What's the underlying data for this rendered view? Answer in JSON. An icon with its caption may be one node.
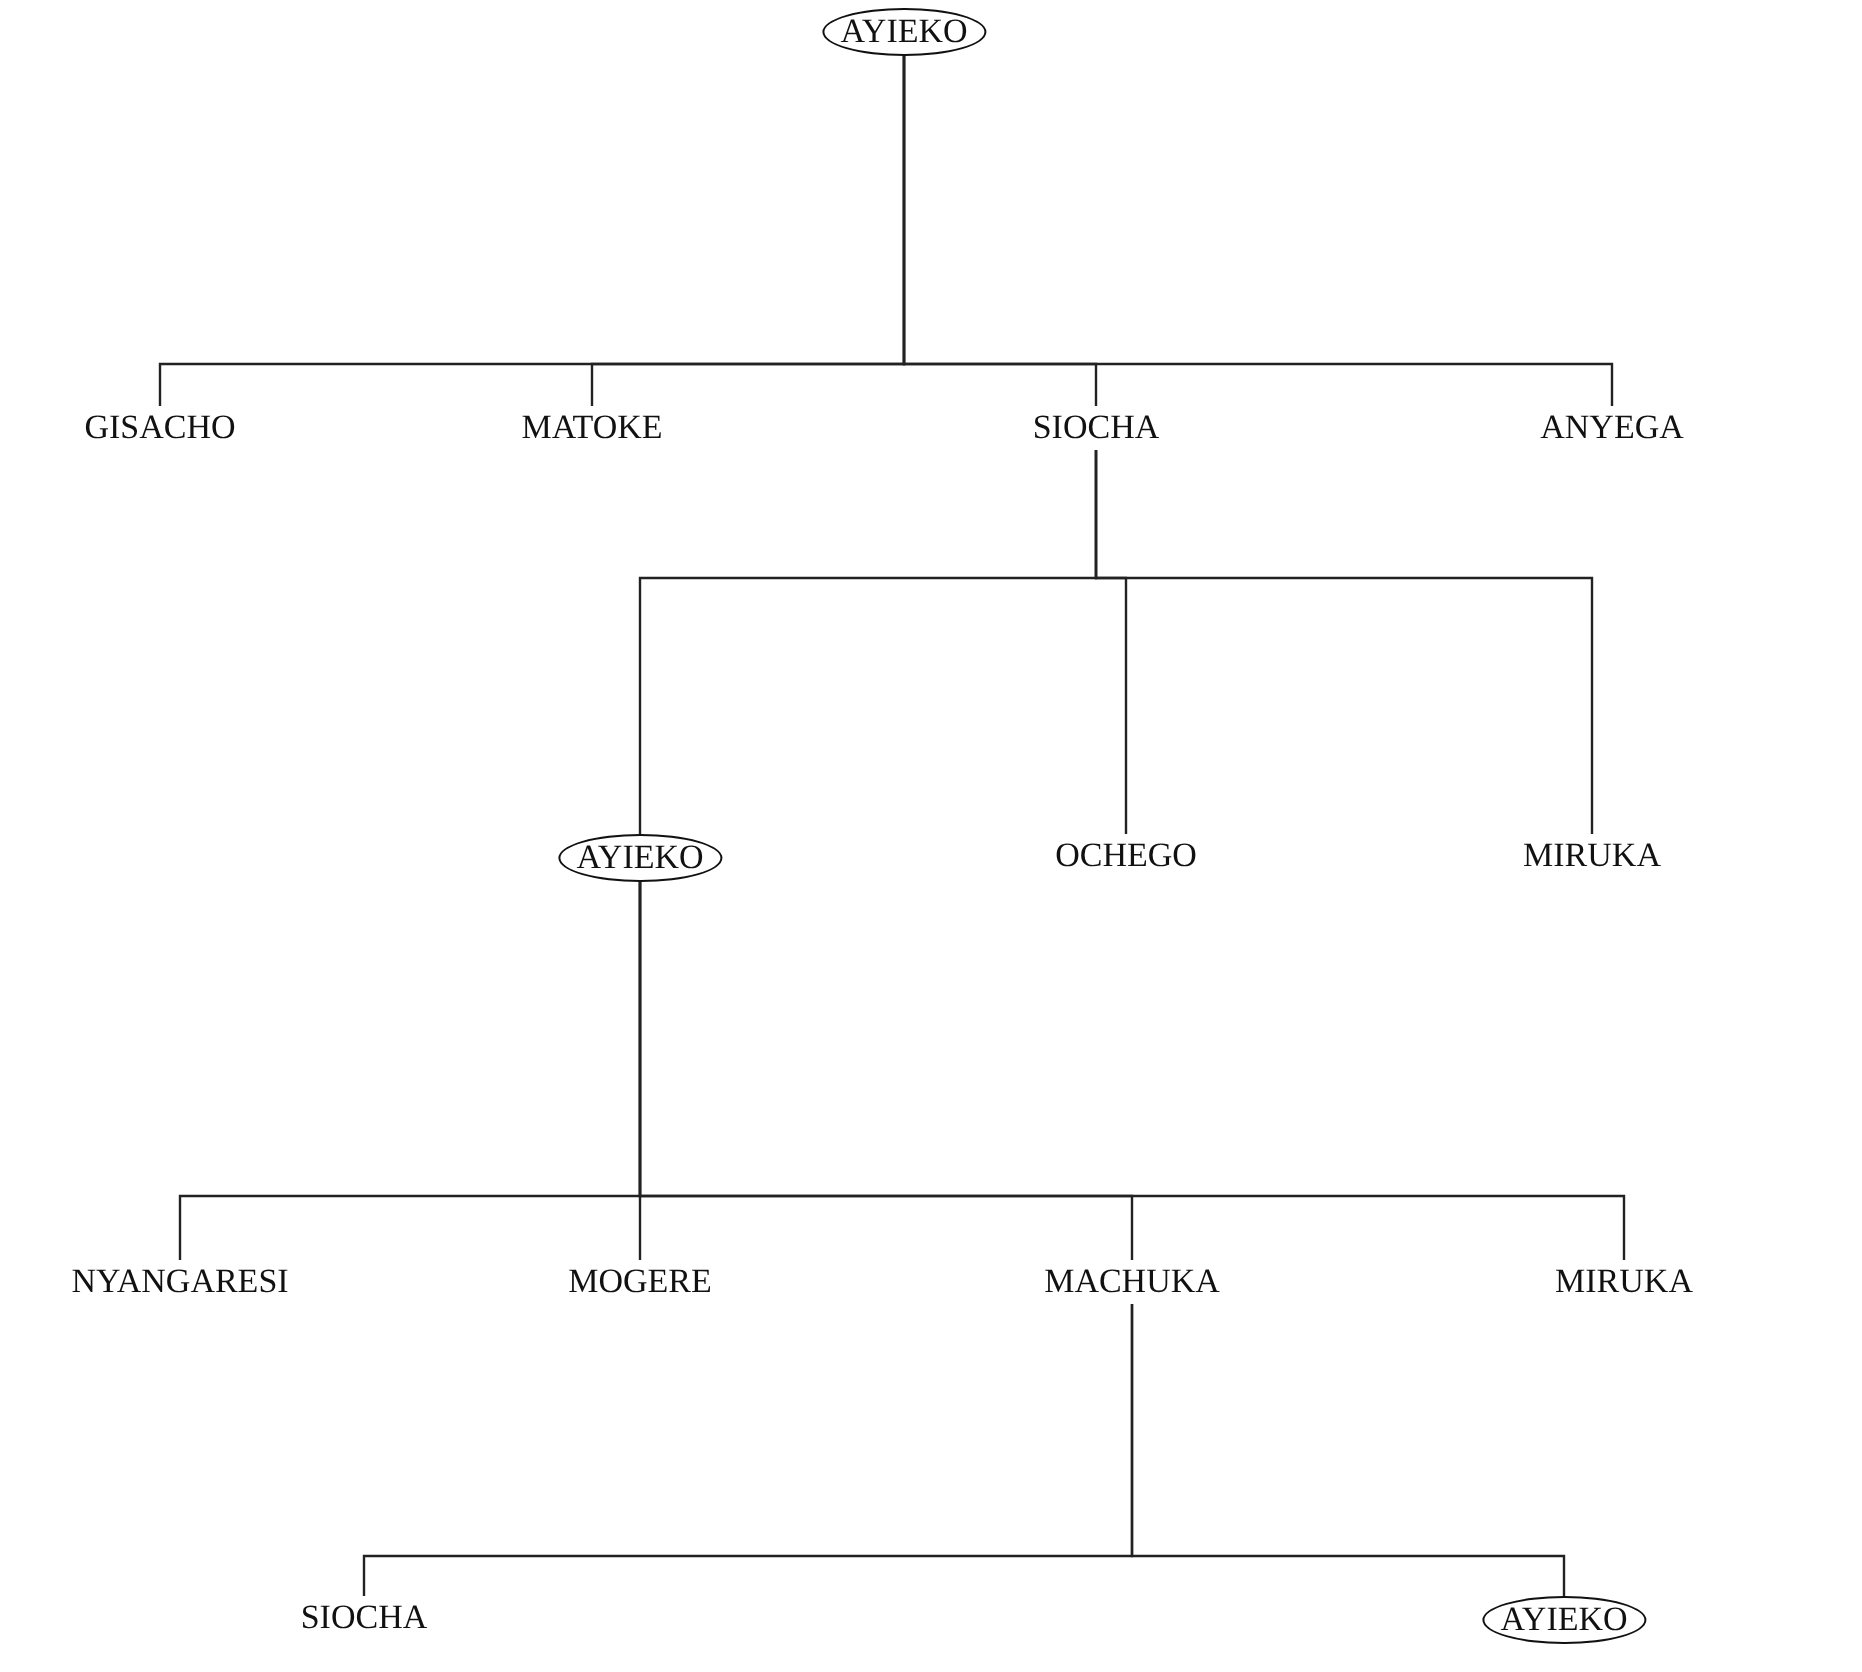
{
  "diagram": {
    "nodes": [
      {
        "text": [
          "AYIEKO"
        ]
      },
      {
        "text": [
          "GISACHO"
        ]
      },
      {
        "text": [
          "MATOKE"
        ]
      },
      {
        "text": [
          "SIOCHA"
        ]
      },
      {
        "text": [
          "ANYEGA"
        ]
      },
      {
        "text": [
          "AYIEKO"
        ]
      },
      {
        "text": [
          "OCHEGO"
        ]
      },
      {
        "text": [
          "MIRUKA"
        ]
      },
      {
        "text": [
          "NYANGARESI"
        ]
      },
      {
        "text": [
          "MOGERE"
        ]
      },
      {
        "text": [
          "MACHUKA"
        ]
      },
      {
        "text": [
          "MIRUKA"
        ]
      },
      {
        "text": [
          "SIOCHA"
        ]
      },
      {
        "text": [
          "AYIEKO"
        ]
      }
    ],
    "edges": [
      {
        "from": 0,
        "to": 1,
        "arrow": "none"
      },
      {
        "from": 0,
        "to": 2,
        "arrow": "none"
      },
      {
        "from": 0,
        "to": 3,
        "arrow": "none"
      },
      {
        "from": 0,
        "to": 4,
        "arrow": "none"
      },
      {
        "from": 3,
        "to": 5,
        "arrow": "none"
      },
      {
        "from": 3,
        "to": 6,
        "arrow": "none"
      },
      {
        "from": 3,
        "to": 7,
        "arrow": "none"
      },
      {
        "from": 5,
        "to": 8,
        "arrow": "none"
      },
      {
        "from": 5,
        "to": 9,
        "arrow": "none"
      },
      {
        "from": 5,
        "to": 10,
        "arrow": "none"
      },
      {
        "from": 5,
        "to": 11,
        "arrow": "none"
      },
      {
        "from": 10,
        "to": 12,
        "arrow": "none"
      },
      {
        "from": 10,
        "to": 13,
        "arrow": "none"
      }
    ]
  }
}
